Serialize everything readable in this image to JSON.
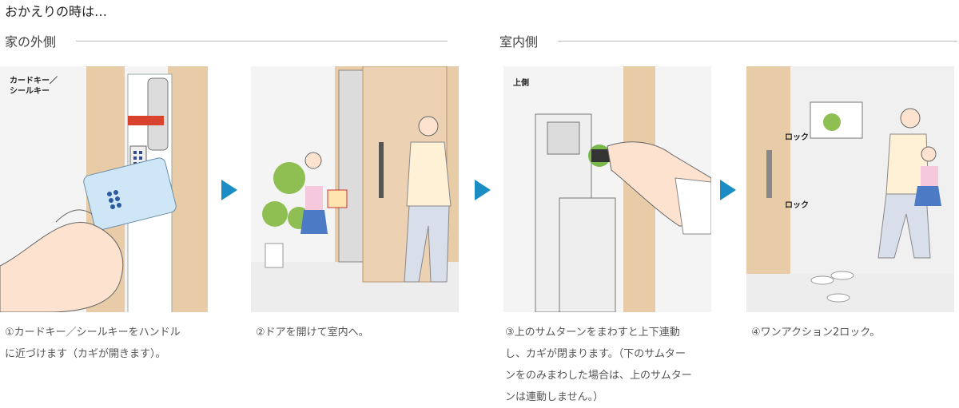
{
  "page": {
    "title": "おかえりの時は…"
  },
  "sections": [
    {
      "heading": "家の外側"
    },
    {
      "heading": "室内側"
    }
  ],
  "panels": [
    {
      "label": "カードキー／\nシールキー",
      "caption_lines": [
        "①カードキー／シールキーをハンドル",
        "に近づけます（カギが開きます）。"
      ]
    },
    {
      "caption_lines": [
        "②ドアを開けて室内へ。"
      ]
    },
    {
      "label": "上側",
      "caption_lines": [
        "③上のサムターンをまわすと上下連動",
        "し、カギが閉まります。（下のサムター",
        "ンをのみまわした場合は、上のサムター",
        "ンは連動しません。）"
      ]
    },
    {
      "lock_upper": "ロック",
      "lock_lower": "ロック",
      "caption_lines": [
        "④ワンアクション2ロック。"
      ]
    }
  ],
  "colors": {
    "arrow": "#1a8ec4",
    "wood": "#e8cba7",
    "rule": "#bdbdbd",
    "accent_red": "#d9432e"
  }
}
